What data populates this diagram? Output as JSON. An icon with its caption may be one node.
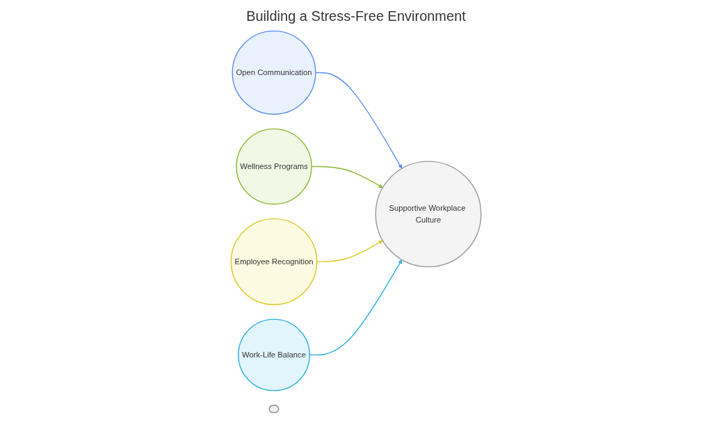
{
  "diagram": {
    "title": "Building a Stress-Free Environment",
    "nodes": [
      {
        "text": [
          "Open Communication"
        ]
      },
      {
        "text": [
          "Wellness Programs"
        ]
      },
      {
        "text": [
          "Employee Recognition"
        ]
      },
      {
        "text": [
          "Work-Life Balance"
        ]
      },
      {
        "text": [],
        "shape": "lens"
      },
      {
        "text": [
          "Supportive Workplace Culture"
        ]
      }
    ],
    "edges": [
      {
        "from": 0,
        "to": 5,
        "arrow": "to",
        "color": "#5b8def"
      },
      {
        "from": 1,
        "to": 5,
        "arrow": "to",
        "color": "#8db832"
      },
      {
        "from": 2,
        "to": 5,
        "arrow": "to",
        "color": "#dcc926"
      },
      {
        "from": 3,
        "to": 5,
        "arrow": "to",
        "color": "#29b0e0"
      }
    ]
  }
}
